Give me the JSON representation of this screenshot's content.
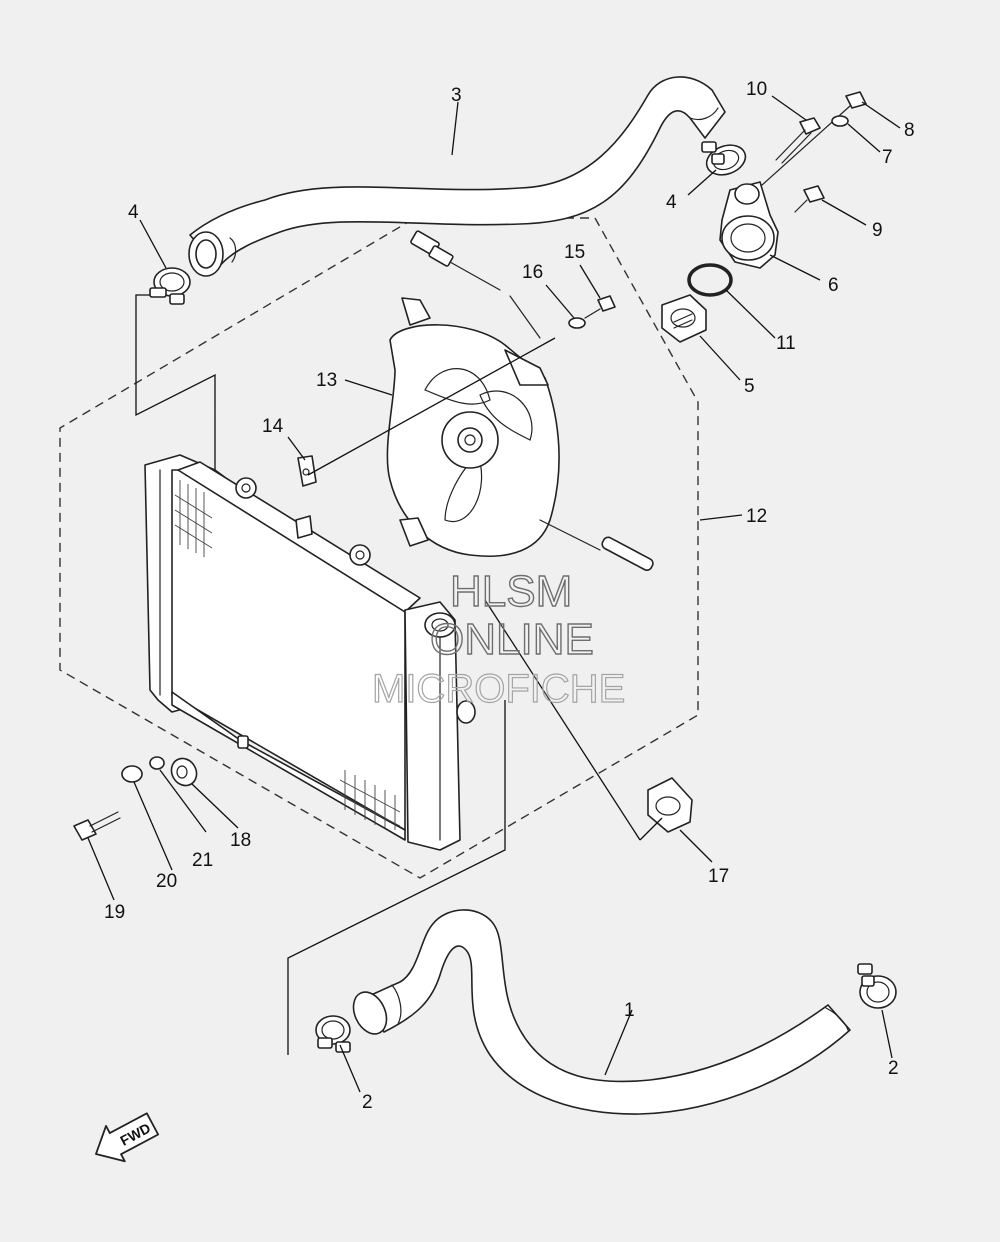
{
  "callouts": {
    "c1": "1",
    "c2a": "2",
    "c2b": "2",
    "c3": "3",
    "c4a": "4",
    "c4b": "4",
    "c5": "5",
    "c6": "6",
    "c7": "7",
    "c8": "8",
    "c9": "9",
    "c10": "10",
    "c11": "11",
    "c12": "12",
    "c13": "13",
    "c14": "14",
    "c15": "15",
    "c16": "16",
    "c17": "17",
    "c18": "18",
    "c19": "19",
    "c20": "20",
    "c21": "21"
  },
  "watermark": {
    "line1": "HLSM",
    "line2": "ONLINE",
    "line3": "MICROFICHE"
  },
  "direction_marker": {
    "label": "FWD",
    "icon": "fwd-arrow-icon"
  },
  "colors": {
    "background": "#f0f0f0",
    "line": "#222222",
    "watermark": "#6e6e6e"
  }
}
